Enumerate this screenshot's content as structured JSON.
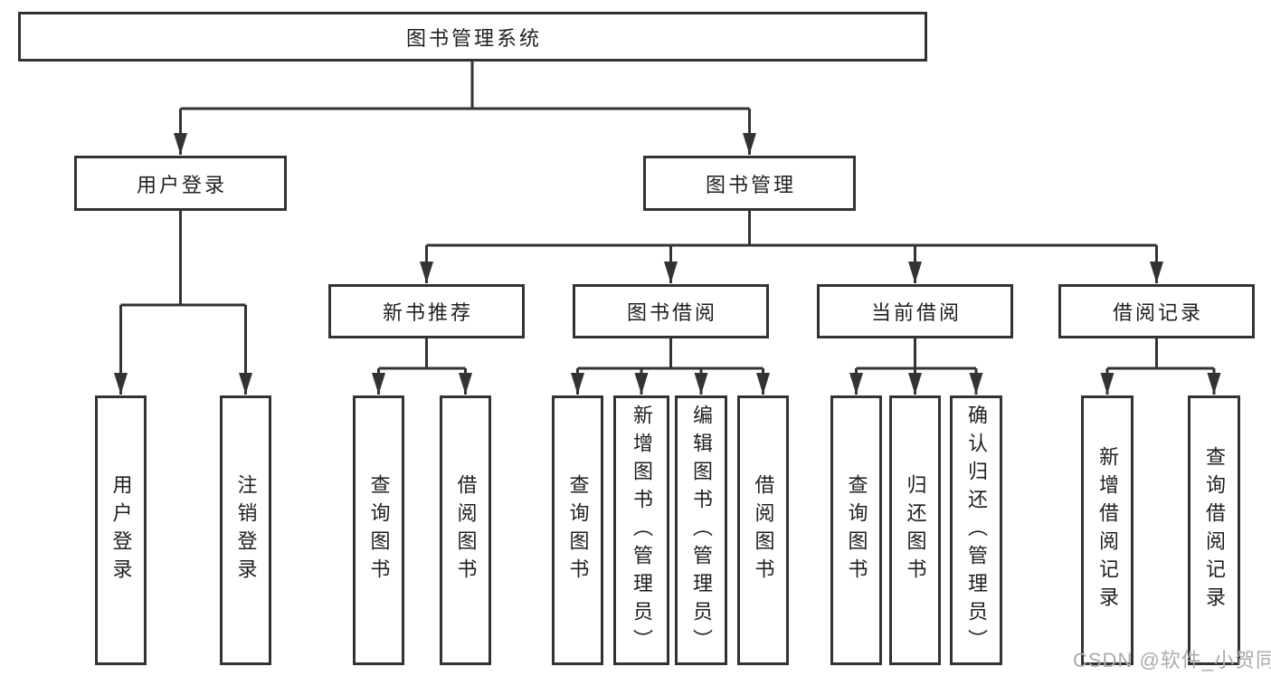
{
  "diagram": {
    "title": "图书管理系统",
    "type": "hierarchy-tree"
  },
  "colors": {
    "line": "#333333",
    "box_border": "#333333",
    "box_fill": "#ffffff",
    "text": "#1f1f1f",
    "watermark": "#ababab"
  },
  "watermark": "CSDN @软件_小贺同学",
  "nodes": {
    "root": {
      "label": "图书管理系统"
    },
    "level1": [
      {
        "id": "user-login",
        "label": "用户登录"
      },
      {
        "id": "book-management",
        "label": "图书管理"
      }
    ],
    "level2": [
      {
        "id": "new-book-recommend",
        "parent": "book-management",
        "label": "新书推荐"
      },
      {
        "id": "book-borrow",
        "parent": "book-management",
        "label": "图书借阅"
      },
      {
        "id": "current-borrow",
        "parent": "book-management",
        "label": "当前借阅"
      },
      {
        "id": "borrow-records",
        "parent": "book-management",
        "label": "借阅记录"
      }
    ],
    "leaves": [
      {
        "group": "user-login",
        "label": "用户登录"
      },
      {
        "group": "user-login",
        "label": "注销登录"
      },
      {
        "group": "new-book-recommend",
        "label": "查询图书"
      },
      {
        "group": "new-book-recommend",
        "label": "借阅图书"
      },
      {
        "group": "book-borrow",
        "label": "查询图书"
      },
      {
        "group": "book-borrow",
        "label": "新增图书（管理员）"
      },
      {
        "group": "book-borrow",
        "label": "编辑图书（管理员）"
      },
      {
        "group": "book-borrow",
        "label": "借阅图书"
      },
      {
        "group": "current-borrow",
        "label": "查询图书"
      },
      {
        "group": "current-borrow",
        "label": "归还图书"
      },
      {
        "group": "current-borrow",
        "label": "确认归还（管理员）"
      },
      {
        "group": "borrow-records",
        "label": "新增借阅记录"
      },
      {
        "group": "borrow-records",
        "label": "查询借阅记录"
      }
    ]
  }
}
